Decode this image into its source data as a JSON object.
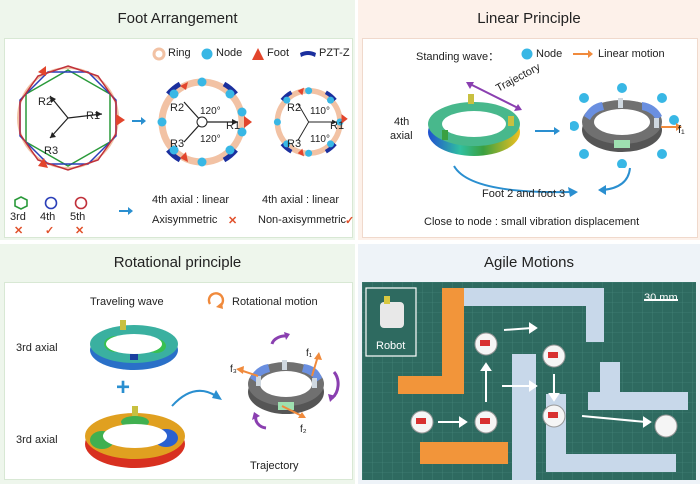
{
  "panels": {
    "foot_arrangement": {
      "title": "Foot Arrangement",
      "legend": {
        "ring": "Ring",
        "node": "Node",
        "foot": "Foot",
        "pzt": "PZT-Z"
      },
      "radii": {
        "r1": "R1",
        "r2": "R2",
        "r3": "R3"
      },
      "angles_left": {
        "a1": "120°",
        "a2": "120°"
      },
      "angles_right": {
        "a1": "110°",
        "a2": "110°"
      },
      "orders": [
        {
          "label": "3rd",
          "mark": "✕"
        },
        {
          "label": "4th",
          "mark": "✓"
        },
        {
          "label": "5th",
          "mark": "✕"
        }
      ],
      "case_left": {
        "mode": "4th axial : linear",
        "sym": "Axisymmetric",
        "mark": "✕"
      },
      "case_right": {
        "mode": "4th axial : linear",
        "sym": "Non-axisymmetric",
        "mark": "✓"
      }
    },
    "linear_principle": {
      "title": "Linear Principle",
      "standing_wave": "Standing wave：",
      "node_label": "Node",
      "linear_motion": "Linear motion",
      "trajectory": "Trajectory",
      "mode_line1": "4th",
      "mode_line2": "axial",
      "force": "f₁",
      "feet_note": "Foot 2 and foot 3",
      "close_note": "Close to node : small vibration displacement"
    },
    "rotational_principle": {
      "title": "Rotational principle",
      "traveling_wave": "Traveling wave",
      "rotational_motion": "Rotational motion",
      "mode_top": "3rd axial",
      "mode_bottom": "3rd axial",
      "plus": "+",
      "trajectory": "Trajectory",
      "f1": "f₁",
      "f2": "f₂",
      "f3": "f₃"
    },
    "agile_motions": {
      "title": "Agile Motions",
      "scale": "30 mm",
      "robot": "Robot"
    }
  },
  "colors": {
    "ring": "#f2c2a4",
    "node": "#38b7e5",
    "foot": "#e2452c",
    "pzt": "#1b2f9e",
    "accent_orange": "#f08a3c",
    "arrow_blue": "#2a8fd0",
    "traj_purple": "#8a3fb0"
  }
}
